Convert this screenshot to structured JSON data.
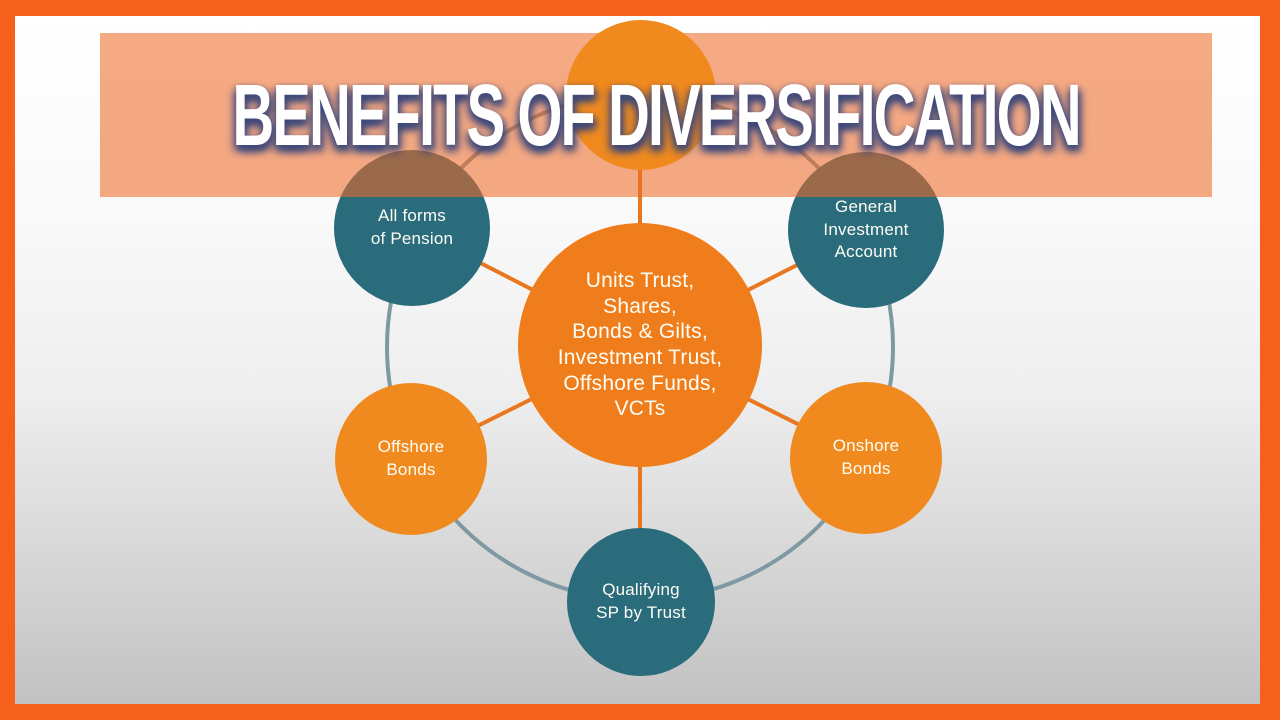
{
  "title": "BENEFITS OF DIVERSIFICATION",
  "colors": {
    "frame_orange": "#F5611D",
    "banner_overlay": "rgba(239,105,38,0.57)",
    "teal": "#2A6B7C",
    "orange_circle": "#F08A1F",
    "center_orange": "#F07D1C",
    "ring": "#7E99A1",
    "line": "#E8771F",
    "title_shadow": "#38467A",
    "title_text": "#FFFFFF",
    "label_text": "#FDFDF5"
  },
  "diagram": {
    "center": {
      "label": "Units Trust,\nShares,\nBonds & Gilts,\nInvestment Trust,\nOffshore Funds,\nVCTs"
    },
    "satellites": [
      {
        "id": "top",
        "label": ""
      },
      {
        "id": "all-forms-of-pension",
        "label": "All forms\nof Pension"
      },
      {
        "id": "general-investment-account",
        "label": "General\nInvestment\nAccount"
      },
      {
        "id": "offshore-bonds",
        "label": "Offshore\nBonds"
      },
      {
        "id": "onshore-bonds",
        "label": "Onshore\nBonds"
      },
      {
        "id": "qualifying-sp-by-trust",
        "label": "Qualifying\nSP by Trust"
      }
    ]
  }
}
